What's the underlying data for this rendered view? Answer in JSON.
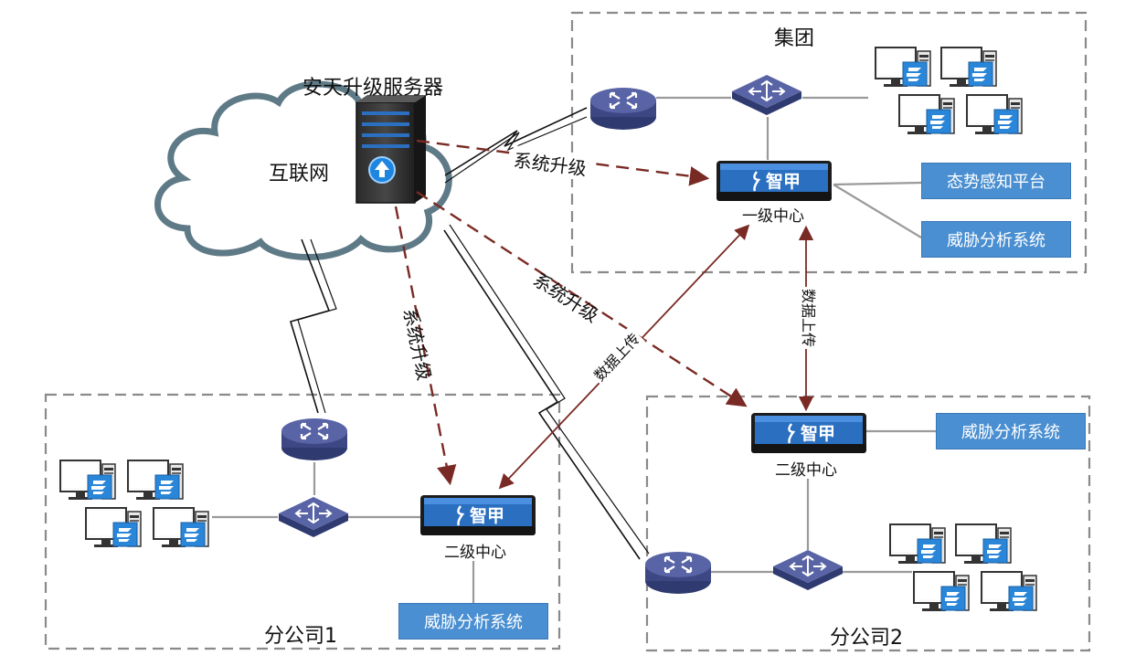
{
  "labels": {
    "server_title": "安天升级服务器",
    "internet": "互联网",
    "group": "集团",
    "branch1": "分公司1",
    "branch2": "分公司2",
    "level1_center": "一级中心",
    "level2_center_b1": "二级中心",
    "level2_center_b2": "二级中心",
    "appliance_brand": "智甲"
  },
  "boxes": {
    "situation_awareness": "态势感知平台",
    "threat_analysis_group": "威胁分析系统",
    "threat_analysis_b1": "威胁分析系统",
    "threat_analysis_b2": "威胁分析系统"
  },
  "links": {
    "upgrade_to_group": "系统升级",
    "upgrade_to_b1": "系统升级",
    "upgrade_to_b2": "系统升级",
    "upload_b1": "数据上传",
    "upload_b2": "数据上传"
  },
  "colors": {
    "upgrade_arrow": "#7a2a24",
    "upload_arrow": "#7a2a24",
    "box_blue": "#4a8fd1",
    "device_navy": "#4a5590",
    "appliance_blue": "#2a6fc0",
    "cloud_stroke": "#607a86"
  },
  "icons": [
    "cloud-icon",
    "server-icon",
    "router-icon",
    "switch-icon",
    "workstation-icon",
    "zhijia-appliance-icon"
  ]
}
